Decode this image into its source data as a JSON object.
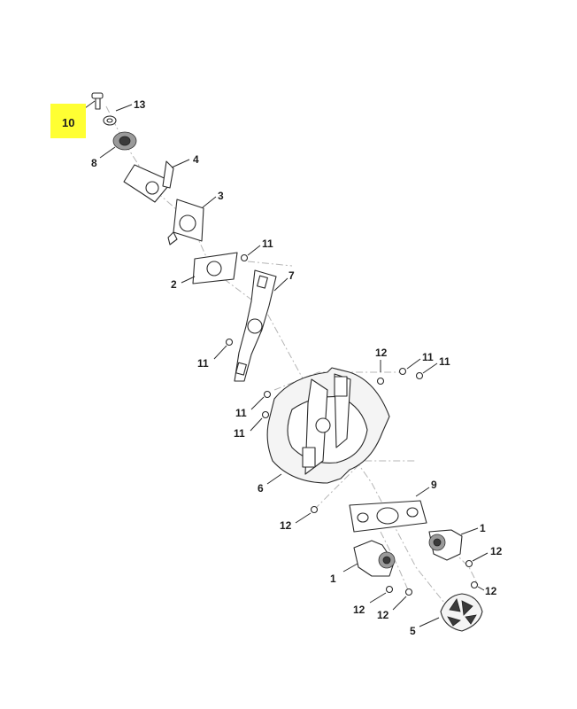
{
  "diagram": {
    "highlight_color": "#ffff33",
    "callouts": {
      "c10": "10",
      "c13": "13",
      "c8": "8",
      "c4": "4",
      "c3": "3",
      "c11a": "11",
      "c2": "2",
      "c7": "7",
      "c11b": "11",
      "c12a": "12",
      "c11c": "11",
      "c11d": "11",
      "c11e": "11",
      "c11f": "11",
      "c6": "6",
      "c9": "9",
      "c12b": "12",
      "c1a": "1",
      "c12c": "12",
      "c1b": "1",
      "c12d": "12",
      "c12e": "12",
      "c12f": "12",
      "c5": "5"
    }
  }
}
